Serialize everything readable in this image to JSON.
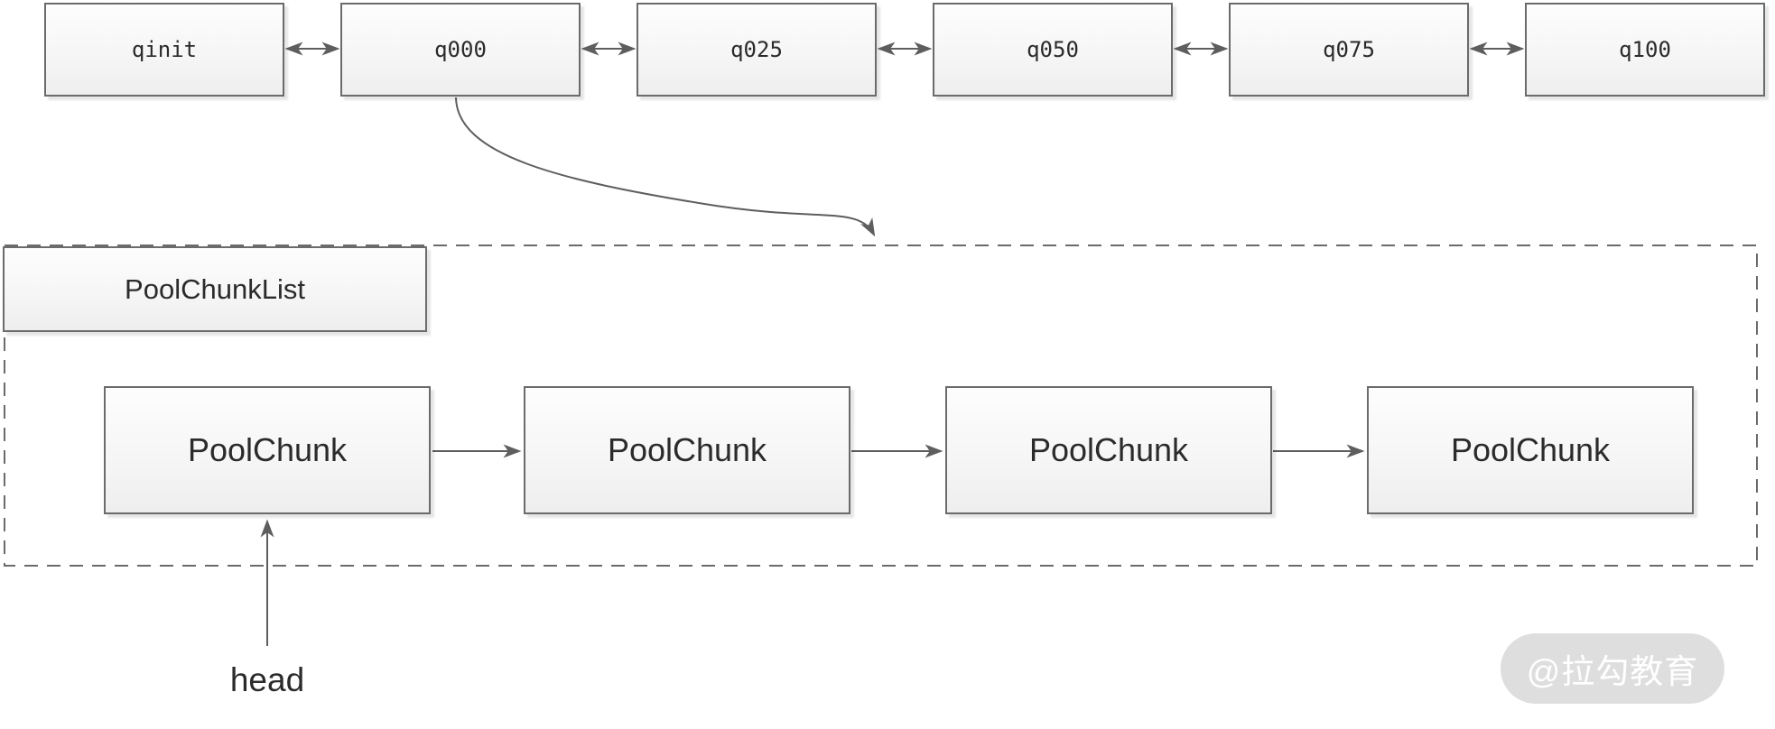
{
  "top_row": {
    "nodes": [
      {
        "label": "qinit"
      },
      {
        "label": "q000"
      },
      {
        "label": "q025"
      },
      {
        "label": "q050"
      },
      {
        "label": "q075"
      },
      {
        "label": "q100"
      }
    ]
  },
  "pool": {
    "list_label": "PoolChunkList",
    "chunks": [
      "PoolChunk",
      "PoolChunk",
      "PoolChunk",
      "PoolChunk"
    ],
    "head_label": "head"
  },
  "watermark": {
    "text": "@拉勾教育"
  },
  "colors": {
    "box_border": "#6b6b6b",
    "box_fill_top": "#fdfdfd",
    "box_fill_bottom": "#eeeeee",
    "arrow": "#5e5e5e",
    "dashed_border": "#6b6b6b",
    "text": "#2b2b2b",
    "watermark_bg": "#dedede",
    "watermark_text": "#ffffff"
  }
}
